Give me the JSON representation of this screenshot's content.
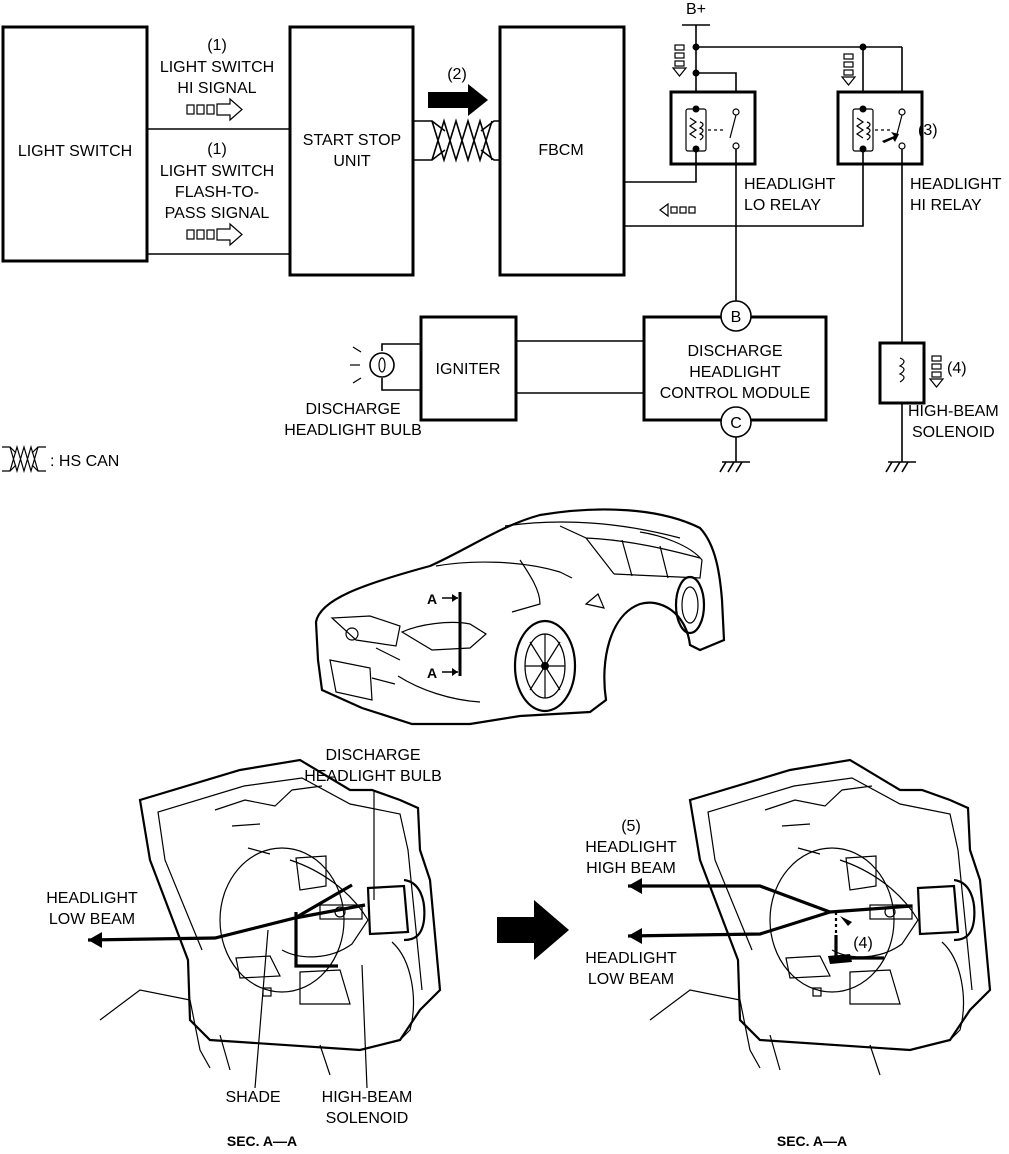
{
  "blocks": {
    "light_switch": "LIGHT SWITCH",
    "start_stop_unit": [
      "START STOP",
      "UNIT"
    ],
    "fbcm": "FBCM",
    "igniter": "IGNITER",
    "dhcm": [
      "DISCHARGE",
      "HEADLIGHT",
      "CONTROL MODULE"
    ]
  },
  "signals": {
    "hi_num": "(1)",
    "hi_label": [
      "LIGHT SWITCH",
      "HI SIGNAL"
    ],
    "ftp_num": "(1)",
    "ftp_label": [
      "LIGHT SWITCH",
      "FLASH-TO-",
      "PASS SIGNAL"
    ],
    "can_num": "(2)"
  },
  "power": {
    "bplus": "B+"
  },
  "relays": {
    "lo_label": [
      "HEADLIGHT",
      "LO RELAY"
    ],
    "hi_label": [
      "HEADLIGHT",
      "HI RELAY"
    ],
    "hi_num": "(3)"
  },
  "terminals": {
    "b": "B",
    "c": "C"
  },
  "bulb_label": [
    "DISCHARGE",
    "HEADLIGHT BULB"
  ],
  "solenoid": {
    "num": "(4)",
    "label": [
      "HIGH-BEAM",
      "SOLENOID"
    ]
  },
  "legend": {
    "text": ": HS CAN"
  },
  "car": {
    "section_mark_top": "A",
    "section_mark_bottom": "A"
  },
  "section_left": {
    "bulb_label": [
      "DISCHARGE",
      "HEADLIGHT BULB"
    ],
    "low_beam": [
      "HEADLIGHT",
      "LOW BEAM"
    ],
    "shade": "SHADE",
    "solenoid": [
      "HIGH-BEAM",
      "SOLENOID"
    ],
    "caption": "SEC. A—A"
  },
  "section_right": {
    "num5": "(5)",
    "high_beam": [
      "HEADLIGHT",
      "HIGH BEAM"
    ],
    "low_beam": [
      "HEADLIGHT",
      "LOW BEAM"
    ],
    "num4": "(4)",
    "caption": "SEC. A—A"
  }
}
